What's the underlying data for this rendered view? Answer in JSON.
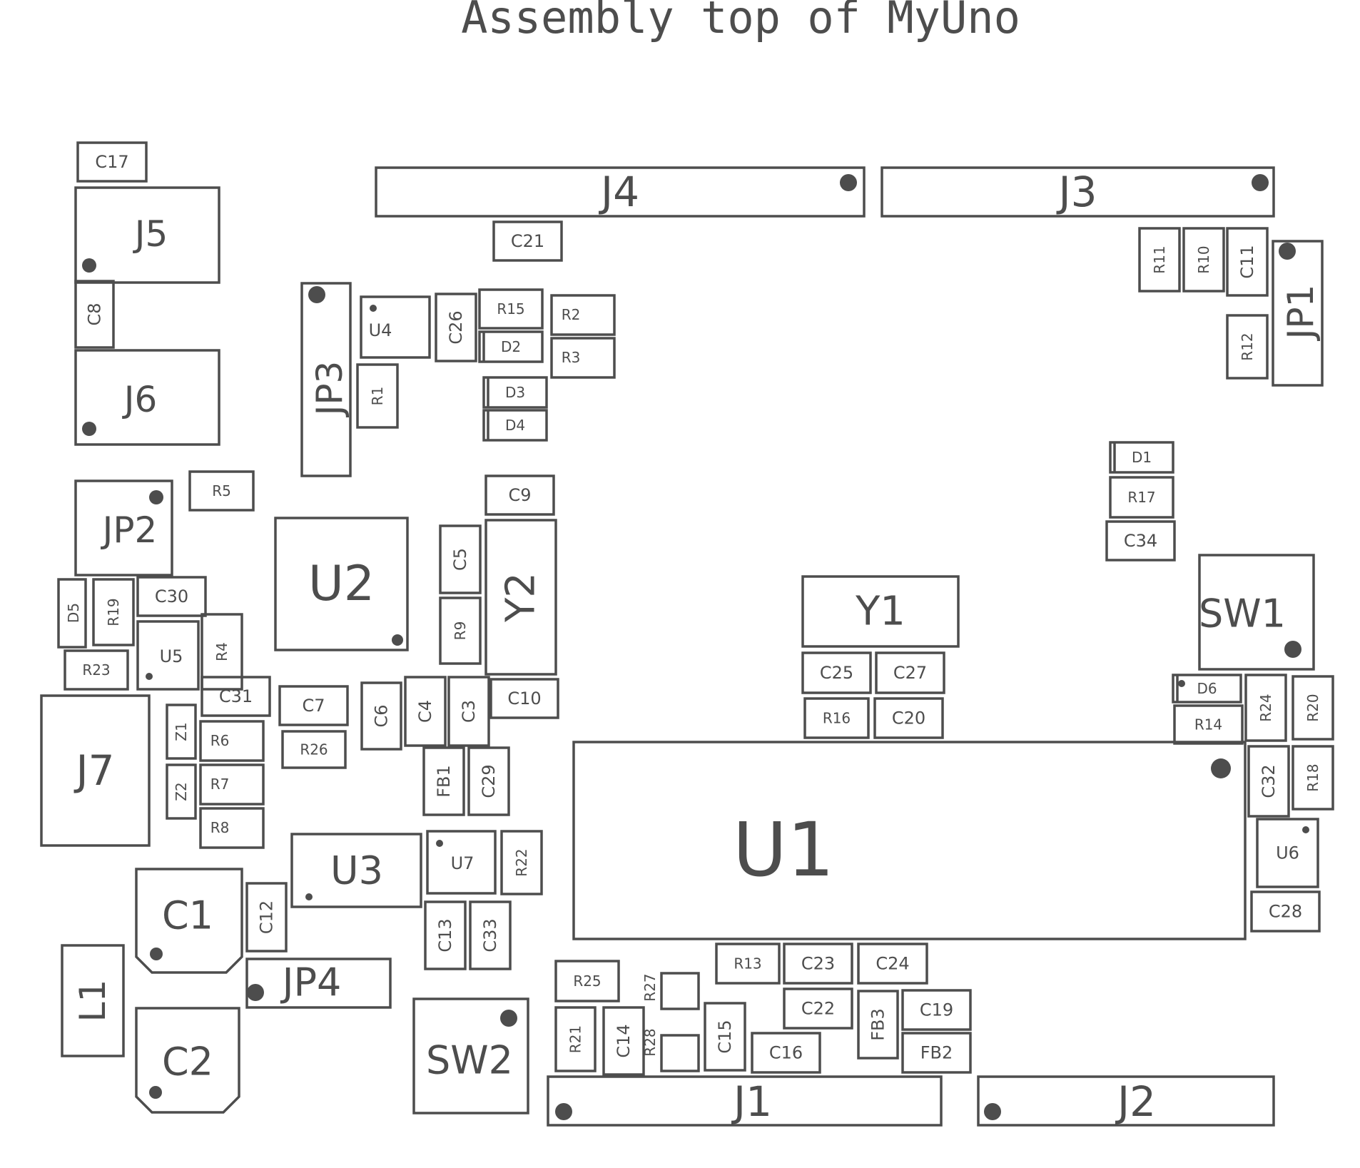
{
  "title": "Assembly top of MyUno",
  "components": [
    "C17",
    "J4",
    "J3",
    "J5",
    "C21",
    "R11",
    "R10",
    "C11",
    "JP1",
    "C8",
    "JP3",
    "U4",
    "C26",
    "R15",
    "R2",
    "D2",
    "R3",
    "R12",
    "J6",
    "R1",
    "D3",
    "D4",
    "D1",
    "R5",
    "C9",
    "JP2",
    "R17",
    "C34",
    "U2",
    "C5",
    "Y2",
    "SW1",
    "Y1",
    "D5",
    "R19",
    "C30",
    "R9",
    "U5",
    "R4",
    "C25",
    "C27",
    "R23",
    "D6",
    "R24",
    "R20",
    "C31",
    "C7",
    "C6",
    "C4",
    "C3",
    "C10",
    "J7",
    "Z1",
    "R6",
    "R16",
    "C20",
    "R14",
    "R26",
    "FB1",
    "C29",
    "U1",
    "C32",
    "R18",
    "Z2",
    "R7",
    "R8",
    "U6",
    "U3",
    "U7",
    "R22",
    "C1",
    "C12",
    "C13",
    "C33",
    "C28",
    "L1",
    "JP4",
    "R13",
    "C23",
    "C24",
    "R25",
    "R27",
    "C22",
    "FB3",
    "C19",
    "C15",
    "SW2",
    "R21",
    "C14",
    "C16",
    "FB2",
    "R28",
    "C2",
    "J1",
    "J2"
  ],
  "colors": {
    "outline": "#4d4d4d",
    "background": "#ffffff"
  }
}
